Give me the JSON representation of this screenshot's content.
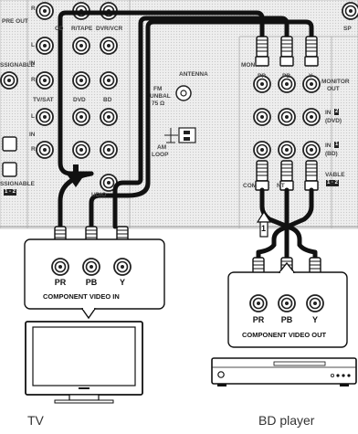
{
  "receiver": {
    "pre_out": "PRE OUT",
    "r1": "R",
    "cd": "CD",
    "rtape": "R/TAPE",
    "dvrvcr": "DVR/VCR",
    "l1": "L",
    "in1": "IN",
    "assignable_top": "SSIGNABLE",
    "r2": "R",
    "antenna": "ANTENNA",
    "fm_unbal": "FM",
    "fm_unbal2": "UNBAL",
    "fm_ohm": "75 Ω",
    "tvsat": "TV/SAT",
    "dvd": "DVD",
    "bd": "BD",
    "l2": "L",
    "in2": "IN",
    "r3": "R",
    "am_loop": "AM",
    "am_loop2": "LOOP",
    "monitor": "MONI",
    "monitor_out": "MONITOR",
    "monitor_out2": "OUT",
    "pr": "PR",
    "pb": "PB",
    "y": "Y",
    "in2_label": "IN",
    "in2_num": "2",
    "in2_dev": "(DVD)",
    "in1_label": "IN",
    "in1_num": "1",
    "in1_dev": "(BD)",
    "assignable_bottom": "SSIGNABLE",
    "assign_nums": "1 - 2",
    "audio": "UDIO",
    "component": "COM",
    "nt": "NT",
    "vable": "VABLE",
    "vable_nums": "1 · 2",
    "sp": "SP"
  },
  "tv_box": {
    "pr": "PR",
    "pb": "PB",
    "y": "Y",
    "title": "COMPONENT VIDEO IN"
  },
  "bd_box": {
    "pr": "PR",
    "pb": "PB",
    "y": "Y",
    "title": "COMPONENT VIDEO OUT"
  },
  "arrow_number": "1",
  "captions": {
    "tv": "TV",
    "bd_player": "BD player"
  }
}
